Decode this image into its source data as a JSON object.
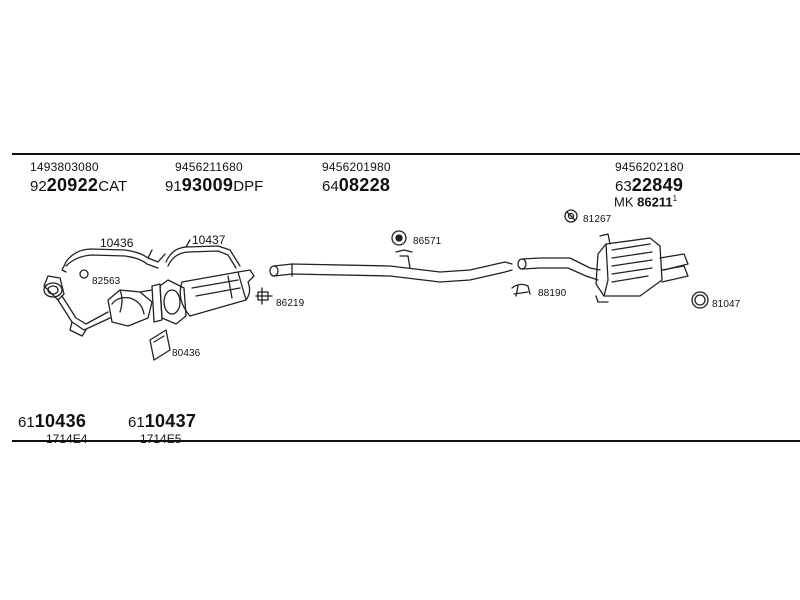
{
  "headers": [
    {
      "oem": "1493803080",
      "prefix": "92",
      "code": "20922",
      "suffix": "CAT"
    },
    {
      "oem": "9456211680",
      "prefix": "91",
      "code": "93009",
      "suffix": "DPF"
    },
    {
      "oem": "9456201980",
      "prefix": "64",
      "code": "08228",
      "suffix": ""
    },
    {
      "oem": "9456202180",
      "prefix": "63",
      "code": "22849",
      "suffix": ""
    }
  ],
  "mounting_kit": {
    "prefix": "MK",
    "code": "86211",
    "sup": "1"
  },
  "callouts": {
    "c10436": "10436",
    "c10437": "10437",
    "c82563": "82563",
    "c86219": "86219",
    "c80436": "80436",
    "c86571": "86571",
    "c88190": "88190",
    "c81267": "81267",
    "c81047": "81047"
  },
  "footer_parts": [
    {
      "prefix": "61",
      "code": "10436",
      "sub": "1714E4"
    },
    {
      "prefix": "61",
      "code": "10437",
      "sub": "1714E5"
    }
  ]
}
